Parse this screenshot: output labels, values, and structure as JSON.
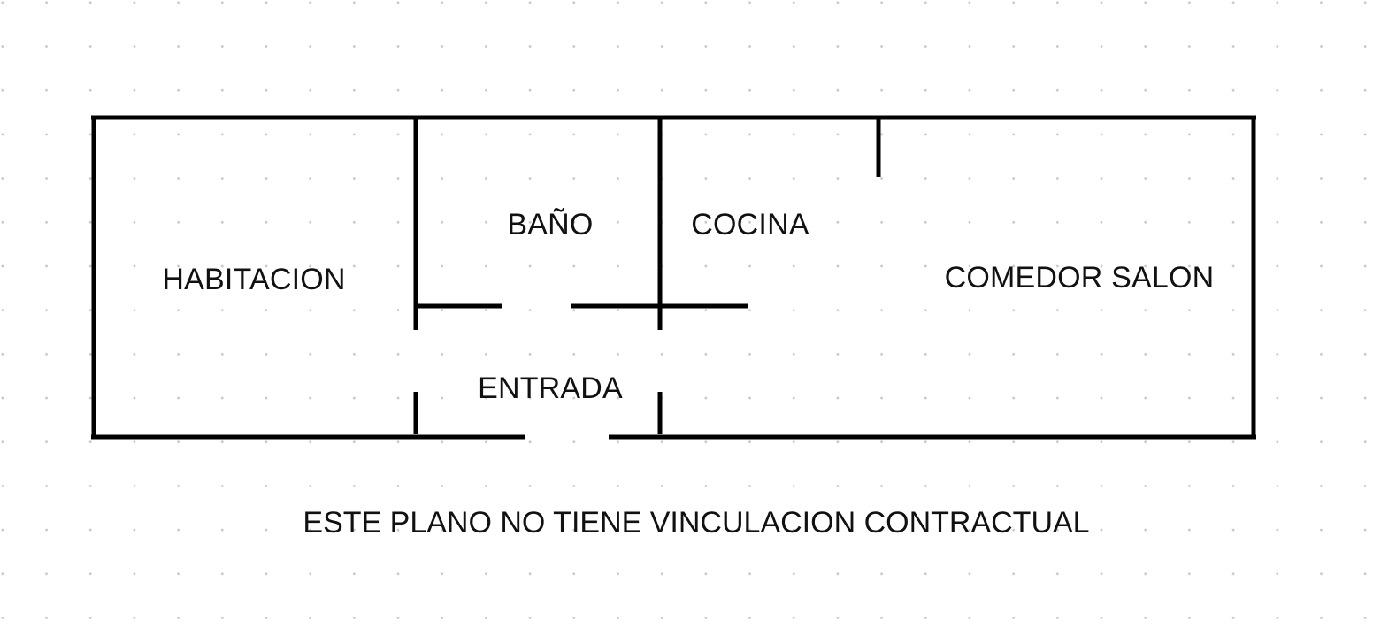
{
  "plan": {
    "rooms": [
      {
        "id": "habitacion",
        "label": "HABITACION"
      },
      {
        "id": "bano",
        "label": "BAÑO"
      },
      {
        "id": "cocina",
        "label": "COCINA"
      },
      {
        "id": "comedor",
        "label": "COMEDOR SALON"
      },
      {
        "id": "entrada",
        "label": "ENTRADA"
      }
    ],
    "disclaimer": "ESTE PLANO NO TIENE VINCULACION CONTRACTUAL"
  },
  "colors": {
    "wall": "#000000",
    "grid_dot": "#c8c8c8",
    "background": "#ffffff",
    "text": "#111111"
  }
}
